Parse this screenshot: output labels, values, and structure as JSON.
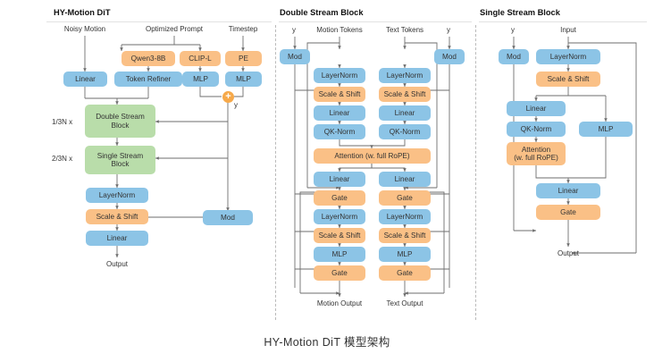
{
  "caption": "HY-Motion DiT 模型架构",
  "panels": [
    {
      "id": "left",
      "title": "HY-Motion DiT",
      "io_labels": [
        "Noisy Motion",
        "Optimized Prompt",
        "Timestep",
        "Output"
      ],
      "multiplier_labels": [
        "1/3N x",
        "2/3N x"
      ],
      "signal_label": "y",
      "junction": "+",
      "nodes": [
        {
          "label": "Qwen3-8B",
          "color": "orange"
        },
        {
          "label": "CLIP-L",
          "color": "orange"
        },
        {
          "label": "PE",
          "color": "orange"
        },
        {
          "label": "Linear",
          "color": "blue"
        },
        {
          "label": "Token Refiner",
          "color": "blue"
        },
        {
          "label": "MLP",
          "color": "blue"
        },
        {
          "label": "MLP",
          "color": "blue"
        },
        {
          "label": "Double Stream Block",
          "color": "green"
        },
        {
          "label": "Single Stream Block",
          "color": "green"
        },
        {
          "label": "LayerNorm",
          "color": "blue"
        },
        {
          "label": "Scale & Shift",
          "color": "orange"
        },
        {
          "label": "Linear",
          "color": "blue"
        },
        {
          "label": "Mod",
          "color": "blue"
        }
      ]
    },
    {
      "id": "middle",
      "title": "Double Stream Block",
      "io_labels": [
        "y",
        "Motion Tokens",
        "Text Tokens",
        "y",
        "Motion Output",
        "Text Output"
      ],
      "mod_label": "Mod",
      "attention_label": "Attention (w. full RoPE)",
      "motion_column": [
        {
          "label": "LayerNorm",
          "color": "blue"
        },
        {
          "label": "Scale & Shift",
          "color": "orange"
        },
        {
          "label": "Linear",
          "color": "blue"
        },
        {
          "label": "QK-Norm",
          "color": "blue"
        },
        {
          "label": "Linear",
          "color": "blue"
        },
        {
          "label": "Gate",
          "color": "orange"
        },
        {
          "label": "LayerNorm",
          "color": "blue"
        },
        {
          "label": "Scale & Shift",
          "color": "orange"
        },
        {
          "label": "MLP",
          "color": "blue"
        },
        {
          "label": "Gate",
          "color": "orange"
        }
      ],
      "text_column": [
        {
          "label": "LayerNorm",
          "color": "blue"
        },
        {
          "label": "Scale & Shift",
          "color": "orange"
        },
        {
          "label": "Linear",
          "color": "blue"
        },
        {
          "label": "QK-Norm",
          "color": "blue"
        },
        {
          "label": "Linear",
          "color": "blue"
        },
        {
          "label": "Gate",
          "color": "orange"
        },
        {
          "label": "LayerNorm",
          "color": "blue"
        },
        {
          "label": "Scale & Shift",
          "color": "orange"
        },
        {
          "label": "MLP",
          "color": "blue"
        },
        {
          "label": "Gate",
          "color": "orange"
        }
      ]
    },
    {
      "id": "right",
      "title": "Single Stream Block",
      "io_labels": [
        "y",
        "Input",
        "Output"
      ],
      "nodes": [
        {
          "label": "Mod",
          "color": "blue"
        },
        {
          "label": "LayerNorm",
          "color": "blue"
        },
        {
          "label": "Scale & Shift",
          "color": "orange"
        },
        {
          "label": "Linear",
          "color": "blue"
        },
        {
          "label": "QK-Norm",
          "color": "blue"
        },
        {
          "label": "Attention\n(w. full RoPE)",
          "color": "orange"
        },
        {
          "label": "MLP",
          "color": "blue"
        },
        {
          "label": "Linear",
          "color": "blue"
        },
        {
          "label": "Gate",
          "color": "orange"
        }
      ]
    }
  ],
  "colors": {
    "blue": "#8cc4e6",
    "orange": "#fac086",
    "green": "#b9ddaa",
    "plus": "#f6a94a",
    "line": "#767676",
    "divider": "#bbbbbb"
  }
}
